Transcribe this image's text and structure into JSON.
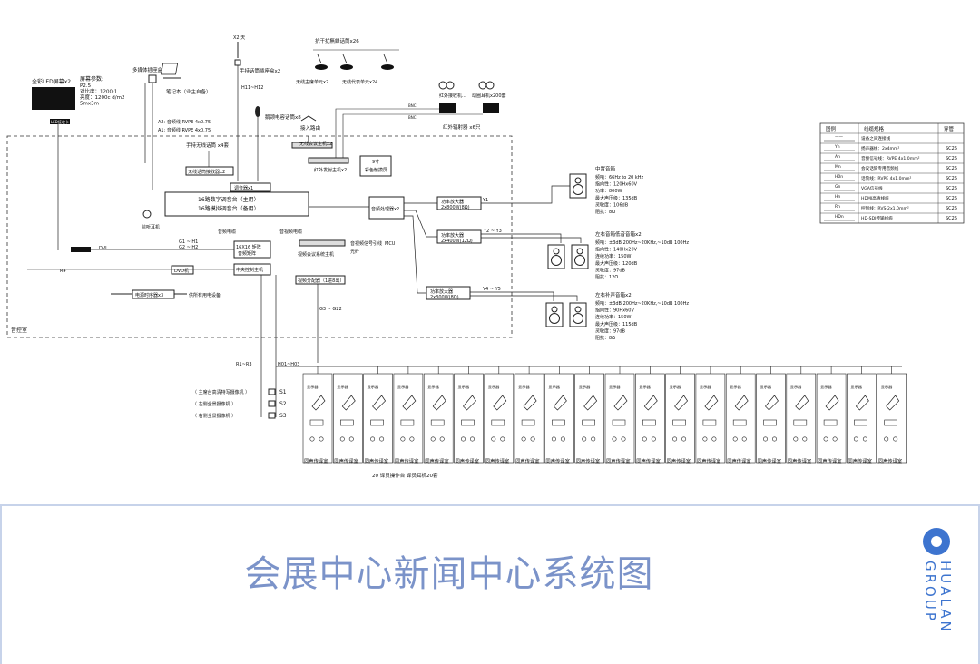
{
  "title": "会展中心新闻中心系统图",
  "logo": {
    "line1": "HUALAN",
    "line2": "GROUP"
  },
  "diagram": {
    "room_label": "音控室",
    "led_screen": {
      "label": "全彩LED屏幕x2",
      "params_title": "屏幕参数:",
      "params": [
        "P2.5",
        "对比度：1200:1",
        "亮度：1200c d/m2",
        "5mx3m"
      ]
    },
    "led_receiver": "LED接收卡",
    "multi_media_box": "多媒体插座盒",
    "laptop": "笔记本（业主自备）",
    "av_lines": [
      "A2: 音频线 RVPE 4x0.75",
      "A1: 音频线 RVPE 4x0.75"
    ],
    "handheld_mic": "手持无线话筒 x4套",
    "wireless_receiver": "无线话筒接收器x2",
    "antenna": "X2 天",
    "handheld_socket": "手持话筒插座盒x2",
    "h_lines": "H11~H12",
    "gooseneck": "鹅颈电容话筒x8",
    "access_router": "接入路由",
    "conf_host": "无线会议主机x2",
    "ir_emitter": "红外发射主机x2",
    "panel_9": [
      "9寸",
      "彩色触摸屏"
    ],
    "wireless_conf_unit": "抗干扰無線话筒x26",
    "chair_unit": "无线主席单元x2",
    "delegate_unit": "无线代表单元x24",
    "ir_receiver": "红外接收机...",
    "headphone": "动圈耳机x200套",
    "ir_radiator": "红外辐射器 x6只",
    "bnc": "BNC",
    "mixer_main": "调音器x1",
    "mixer_lines": [
      "16路数字调音台（主用）",
      "16路模拟调音台（备用）"
    ],
    "monitor_headphone": "监听耳机",
    "dvi": "DVI",
    "g_lines": [
      "G1 ~ H1",
      "G2 ~ H2"
    ],
    "matrix": [
      "16X16 矩阵",
      "音频矩阵"
    ],
    "power_cable": "音频电缆",
    "dvd": "DVD机",
    "av_cable": "音视频电缆",
    "central_ctrl": "中央控制主机",
    "r4": "R4",
    "power_seq": "电源时序器x3",
    "all_devices": "供所有用电设备",
    "video_conf": "视频会议系统主机",
    "video_cable": "音视频信号引线",
    "mcu": "MCU",
    "fiber": "光纤",
    "video_switch": "视频分配器（1进8出）",
    "g_range": "G3 ~ G22",
    "audio_processor": "音频处理器x2",
    "amp1": [
      "功率放大器",
      "2x800W(8Ω)"
    ],
    "amp2": [
      "功率放大器",
      "2x400W(12Ω)"
    ],
    "amp3": [
      "功率放大器",
      "2x300W(8Ω)"
    ],
    "y_labels": [
      "Y1",
      "Y2 ~ Y3",
      "Y4 ~ Y5"
    ],
    "center_speaker": {
      "title": "中置音箱",
      "specs": [
        "频响：66Hz to 20 kHz",
        "指向性：120Hx60V",
        "功率：800W",
        "最大声压级：135dB",
        "灵敏度：106dB",
        "阻抗：8Ω"
      ]
    },
    "side_speaker": {
      "title": "左右音箱低音音箱x2",
      "specs": [
        "频响：±3dB 200Hz~20KHz,~10dB 100Hz",
        "指向性：140Hx20V",
        "连续功率：150W",
        "最大声压级：120dB",
        "灵敏度：97dB",
        "阻抗：12Ω"
      ]
    },
    "fill_speaker": {
      "title": "左右补声音箱x2",
      "specs": [
        "频响：±3dB 200Hz~20KHz,~10dB 100Hz",
        "指向性：90Hx60V",
        "连续功率：150W",
        "最大声压级：115dB",
        "灵敏度：97dB",
        "阻抗：8Ω"
      ]
    },
    "r_lines": [
      "R1~R3",
      "H01~H03"
    ],
    "cameras": [
      {
        "label": "主席台高清特写摄像机",
        "id": "S1"
      },
      {
        "label": "左侧全景摄像机",
        "id": "S2"
      },
      {
        "label": "右侧全景摄像机",
        "id": "S3"
      }
    ],
    "monitor_label": "显示器",
    "booth_label": "同声传译室",
    "booth_count": 20,
    "booth_caption": "20 译员操作台 译员耳机20套",
    "legend": {
      "headers": [
        "图例",
        "线缆规格",
        "穿管"
      ],
      "rows": [
        [
          "——",
          "设备之间连接线",
          ""
        ],
        [
          "Yn",
          "扬声器线：2x4mm²",
          "SC25"
        ],
        [
          "An",
          "音频信号线：RVPE 4x1.0mm²",
          "SC25"
        ],
        [
          "Mn",
          "会议话筒专用音频线",
          "SC25"
        ],
        [
          "H0n",
          "话筒线：RVPE 4x1.0mm²",
          "SC25"
        ],
        [
          "Gn",
          "VGA信号线",
          "SC25"
        ],
        [
          "Hn",
          "HDMI高清线缆",
          "SC25"
        ],
        [
          "Rn",
          "控制线：RVS-2x1.0mm²",
          "SC25"
        ],
        [
          "HDn",
          "HD-SDI传输线缆",
          "SC25"
        ]
      ]
    }
  }
}
